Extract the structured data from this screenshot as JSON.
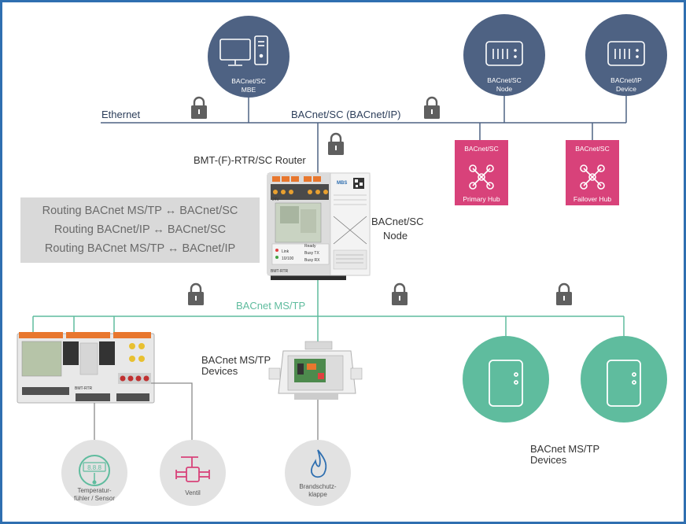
{
  "network": {
    "ethernet_label": "Ethernet",
    "sc_ip_label": "BACnet/SC (BACnet/IP)",
    "mstp_label": "BACnet MS/TP"
  },
  "top_nodes": [
    {
      "line1": "BACnet/SC",
      "line2": "MBE",
      "icon": "computer-icon"
    },
    {
      "line1": "BACnet/SC",
      "line2": "Node",
      "icon": "device-icon"
    },
    {
      "line1": "BACnet/IP",
      "line2": "Device",
      "icon": "device-icon"
    }
  ],
  "hubs": [
    {
      "title": "BACnet/SC",
      "label": "Primary Hub",
      "icon": "hub-icon"
    },
    {
      "title": "BACnet/SC",
      "label": "Failover Hub",
      "icon": "hub-icon"
    }
  ],
  "router": {
    "title": "BMT-(F)-RTR/SC Router",
    "node_line1": "BACnet/SC",
    "node_line2": "Node",
    "brand": "MBS",
    "model": "BMT-RTR",
    "status_1": "Busy TX",
    "status_2": "Busy RX",
    "status_3": "Ready",
    "speed": "10/100",
    "link": "Link",
    "voltage": "24V"
  },
  "routing": [
    "Routing BACnet MS/TP ↔ BACnet/SC",
    "Routing BACnet/IP ↔ BACnet/SC",
    "Routing BACnet MS/TP ↔ BACnet/IP"
  ],
  "mstp_devices_left": {
    "line1": "BACnet MS/TP",
    "line2": "Devices"
  },
  "mstp_devices_right": {
    "line1": "BACnet MS/TP",
    "line2": "Devices"
  },
  "controller": {
    "label": "BMT-RTR"
  },
  "sensors": [
    {
      "line1": "Temperatur-",
      "line2": "fühler / Sensor",
      "display": "8.8.8"
    },
    {
      "line1": "Ventil",
      "line2": ""
    },
    {
      "line1": "Brandschutz-",
      "line2": "klappe"
    }
  ],
  "colors": {
    "node_blue": "#4e6283",
    "hub_pink": "#d8427a",
    "mstp_green": "#5fbc9e",
    "lock": "#5f5f5f",
    "frame": "#2f6fb0"
  }
}
